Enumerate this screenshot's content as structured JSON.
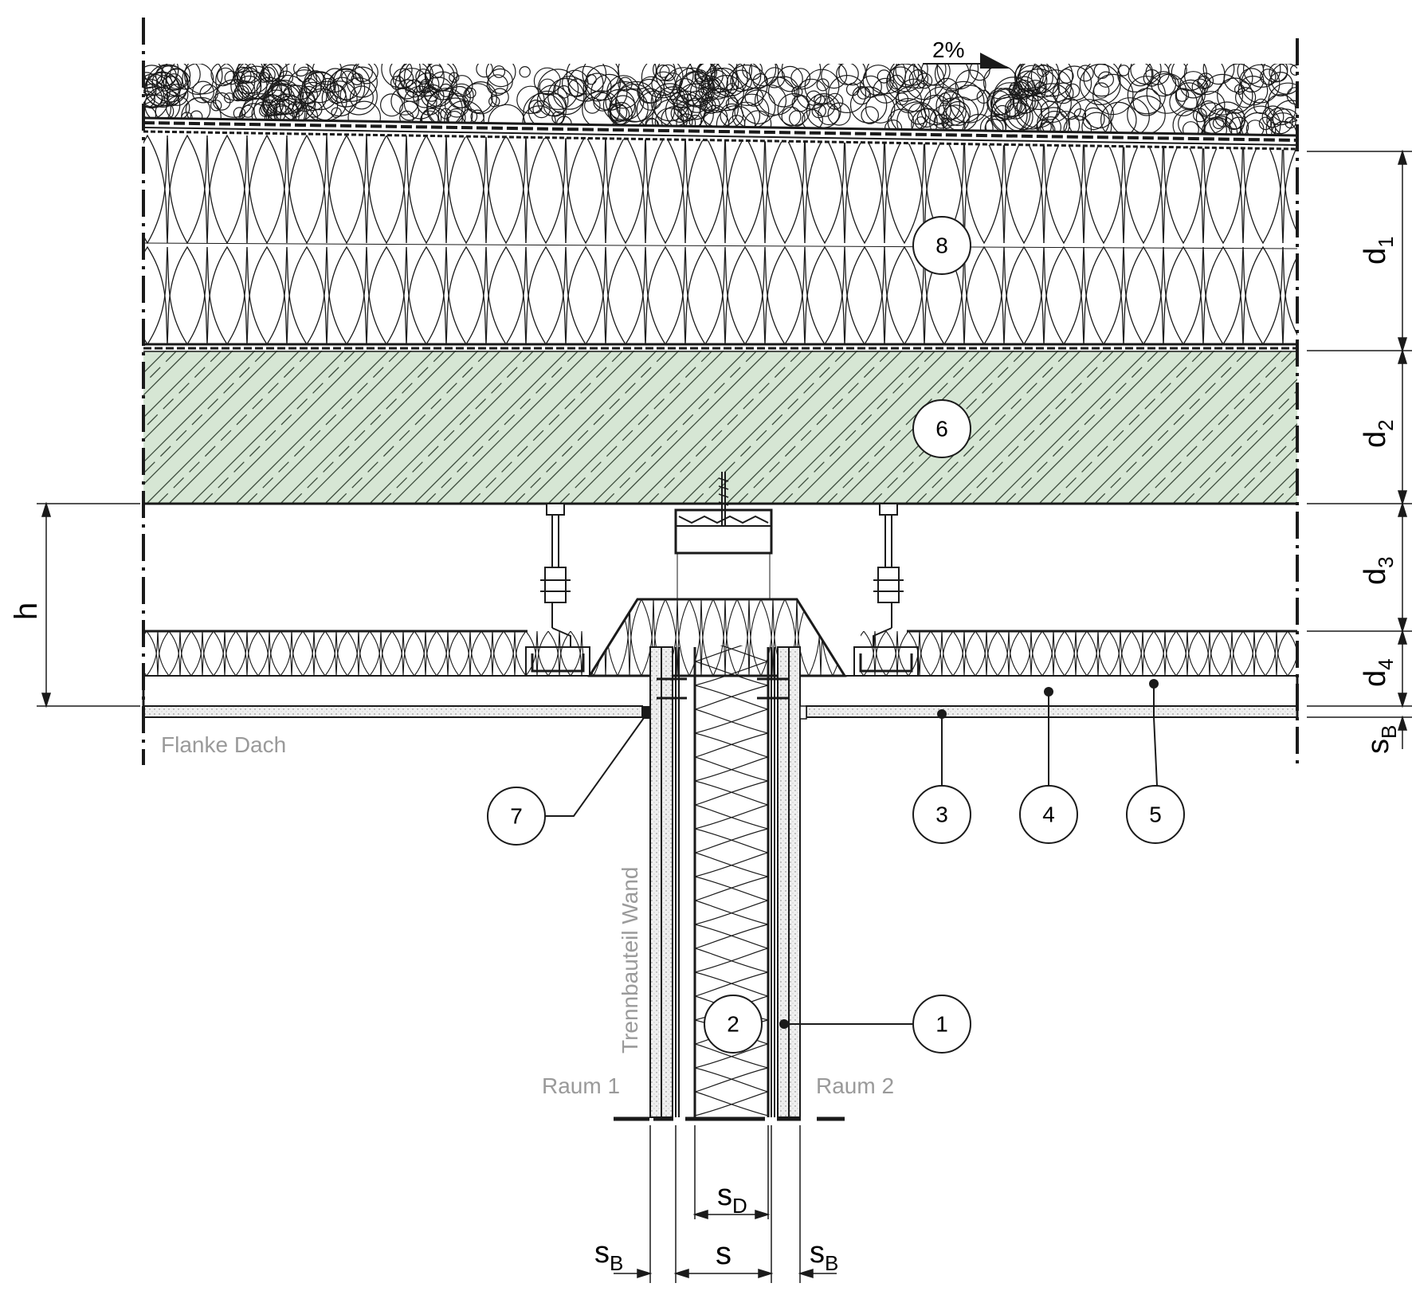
{
  "slope": "2%",
  "dimensions": {
    "d1": {
      "base": "d",
      "sub": "1"
    },
    "d2": {
      "base": "d",
      "sub": "2"
    },
    "d3": {
      "base": "d",
      "sub": "3"
    },
    "d4": {
      "base": "d",
      "sub": "4"
    },
    "sB_right": {
      "base": "s",
      "sub": "B"
    },
    "h": "h",
    "sD": {
      "base": "s",
      "sub": "D"
    },
    "s": "s",
    "sB_left_bottom": {
      "base": "s",
      "sub": "B"
    },
    "sB_right_bottom": {
      "base": "s",
      "sub": "B"
    }
  },
  "labels": {
    "flanke_dach": "Flanke Dach",
    "trennbauteil_wand": "Trennbauteil Wand",
    "raum1": "Raum 1",
    "raum2": "Raum 2"
  },
  "callouts": {
    "c1": "1",
    "c2": "2",
    "c3": "3",
    "c4": "4",
    "c5": "5",
    "c6": "6",
    "c7": "7",
    "c8": "8"
  },
  "colors": {
    "concrete_fill": "#d6e6d4",
    "line": "#1a1a1a",
    "grey_text": "#9a9a9a",
    "board_fill": "#e9e9e9"
  }
}
